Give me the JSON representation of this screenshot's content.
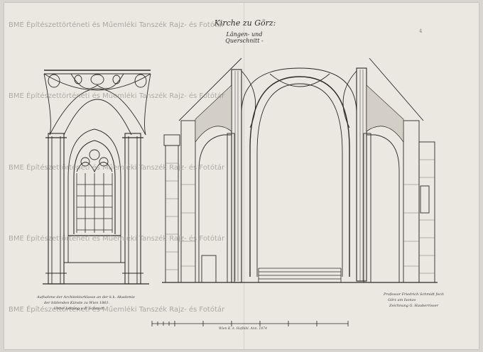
{
  "drawing": {
    "title": "Kirche zu Görz:",
    "subtitle": "Längen- und Querschnitt -",
    "corner_mark": "4",
    "scale_label": "Wien K. k. Hofbibl. Ann. 1874"
  },
  "watermark": {
    "full": "BME Építészettörténeti és Műemléki Tanszék Rajz- és Fotótár",
    "short": "BME Építészettörténeti és Műemléki Tanszék Rajz- és Fotótár"
  },
  "inscriptions": {
    "left": [
      "Aufnahme der Architekturklasse an der k.k. Akademie",
      "der bildenden Künste zu Wien 1861.",
      "Unter Leitung v. F. Schmidt"
    ],
    "right": [
      "Professor Friedrich Schmidt fecit",
      "Görz am Isonzo",
      "Zeichnung G. Hauberrisser"
    ]
  },
  "colors": {
    "ink": "#2d2a26",
    "paper": "#ebe8e2"
  }
}
